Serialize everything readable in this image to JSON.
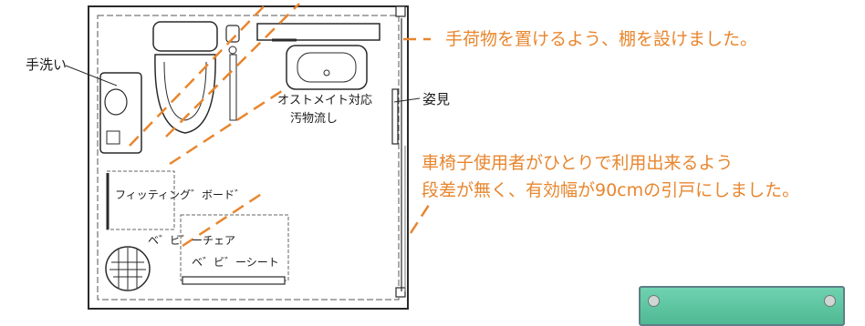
{
  "labels": {
    "hand_wash": "手洗い",
    "ostomate": "オストメイト対応",
    "sink": "汚物流し",
    "mirror": "姿見",
    "fitting_board": "フィッティング゛ボード゛",
    "baby_chair": "ベ゛ビ゛ーチェア",
    "baby_sheet": "ベ゛ビ゛ーシート"
  },
  "notes": {
    "shelf": "手荷物を置けるよう、棚を設けました。",
    "door_line1": "車椅子使用者がひとりで利用出来るよう",
    "door_line2": "段差が無く、有効幅が90cmの引戸にしました。"
  },
  "colors": {
    "annotation": "#e8862e",
    "line": "#2a2a2a",
    "sign": "#5ec6a3"
  }
}
